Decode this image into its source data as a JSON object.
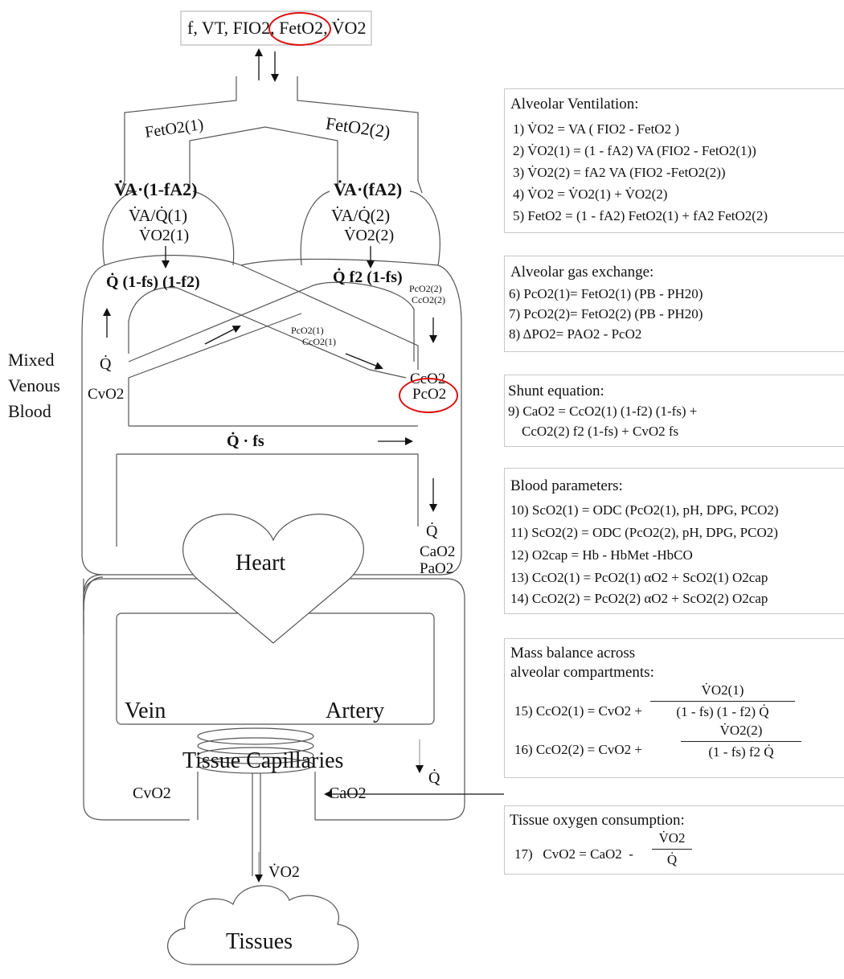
{
  "top_box": {
    "text": "f, VT, FIO2, FetO2, V̇O2"
  },
  "diagram": {
    "fet1": "FetO2(1)",
    "fet2": "FetO2(2)",
    "va1": "V̇A·(1-fA2)",
    "va2": "V̇A·(fA2)",
    "vaq1": "V̇A/Q̇(1)",
    "vaq2": "V̇A/Q̇(2)",
    "vo21": "V̇O2(1)",
    "vo22": "V̇O2(2)",
    "q1": "Q̇ (1-fs) (1-f2)",
    "q2": "Q̇ f2 (1-fs)",
    "pco22": "PcO2(2)",
    "cco22": "CcO2(2)",
    "pco21": "PcO2(1)",
    "cco21": "CcO2(1)",
    "mixed_venous": [
      "Mixed",
      "Venous",
      "Blood"
    ],
    "qdot": "Q̇",
    "cvo2": "CvO2",
    "cco2": "CcO2",
    "pco2": "PcO2",
    "qfs": "Q̇ · fs",
    "q_right": "Q̇",
    "cao2": "CaO2",
    "pao2": "PaO2",
    "heart": "Heart",
    "vein": "Vein",
    "artery": "Artery",
    "tissue_capillaries": "Tissue Capillaries",
    "q_capillary": "Q̇",
    "cvo2_bottom": "CvO2",
    "cao2_bottom": "CaO2",
    "vo2_bottom": "V̇O2",
    "tissues": "Tissues"
  },
  "panels": {
    "alveolar_ventilation": {
      "title": "Alveolar Ventilation:",
      "eqs": [
        "1)  V̇O2 = VA ( FIO2 - FetO2 )",
        "2)  V̇O2(1) = (1 - fA2) VA (FIO2 - FetO2(1))",
        "3)  V̇O2(2) = fA2 VA (FIO2 -FetO2(2))",
        "4)  V̇O2 = V̇O2(1) + V̇O2(2)",
        "5)  FetO2 = (1 - fA2) FetO2(1) + fA2 FetO2(2)"
      ]
    },
    "gas_exchange": {
      "title": "Alveolar gas exchange:",
      "eqs": [
        "6)  PcO2(1)= FetO2(1) (PB - PH20)",
        "7)  PcO2(2)= FetO2(2) (PB - PH20)",
        "8)  ΔPO2= PAO2 - PcO2"
      ]
    },
    "shunt": {
      "title": "Shunt equation:",
      "eqs": [
        "9) CaO2 = CcO2(1) (1-f2) (1-fs) +",
        "    CcO2(2) f2 (1-fs) + CvO2 fs"
      ]
    },
    "blood": {
      "title": "Blood parameters:",
      "eqs": [
        "10) ScO2(1) = ODC (PcO2(1), pH, DPG, PCO2)",
        "11) ScO2(2) = ODC (PcO2(2), pH, DPG, PCO2)",
        "12) O2cap = Hb - HbMet -HbCO",
        "13) CcO2(1) = PcO2(1) αO2 + ScO2(1) O2cap",
        "14) CcO2(2) = PcO2(2) αO2 + ScO2(2) O2cap"
      ]
    },
    "mass_balance": {
      "title1": "Mass balance across",
      "title2": "alveolar compartments:",
      "eq15_left": "15) CcO2(1) = CvO2 +",
      "eq15_num": "V̇O2(1)",
      "eq15_den": "(1 - fs) (1 - f2) Q̇",
      "eq16_left": "16) CcO2(2) = CvO2 +",
      "eq16_num": "V̇O2(2)",
      "eq16_den": "(1 - fs) f2 Q̇"
    },
    "tissue": {
      "title": "Tissue oxygen consumption:",
      "eq17_left": "17)   CvO2 = CaO2  -",
      "eq17_num": "V̇O2",
      "eq17_den": "Q̇"
    }
  },
  "colors": {
    "highlight": "#d11111",
    "line": "#333333",
    "box_border": "#c8c8c8"
  }
}
